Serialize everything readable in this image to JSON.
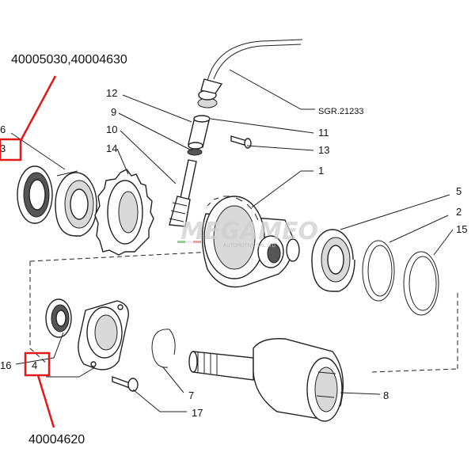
{
  "callouts": {
    "top_codes": "40005030,40004630",
    "bottom_code": "40004620",
    "color": "#e01818"
  },
  "labels": {
    "p1": "1",
    "p2": "2",
    "p3": "3",
    "p4": "4",
    "p5": "5",
    "p6": "6",
    "p7": "7",
    "p8": "8",
    "p9": "9",
    "p10": "10",
    "p11": "11",
    "p12": "12",
    "p13": "13",
    "p14": "14",
    "p15": "15",
    "p16": "16",
    "p17": "17",
    "sgr": "SGR.21233"
  },
  "watermark": {
    "brand": "MEGAMEO",
    "sub": "AUTOMOTIVE SRL LTD"
  }
}
